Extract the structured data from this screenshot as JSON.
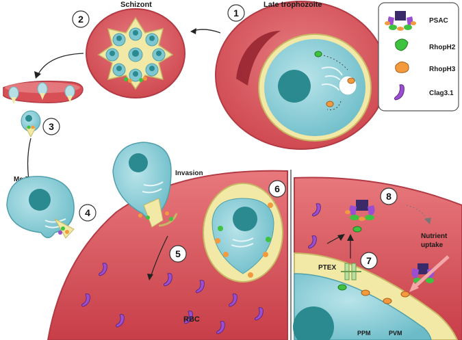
{
  "labels": {
    "schizont": "Schizont",
    "late_trophozoite": "Late trophozoite",
    "merozoite": "Merozoite",
    "invasion": "Invasion",
    "rbc": "RBC",
    "nutrient_uptake_line1": "Nutrient",
    "nutrient_uptake_line2": "uptake",
    "ptex": "PTEX",
    "ppm": "PPM",
    "pvm": "PVM"
  },
  "steps": [
    "1",
    "2",
    "3",
    "4",
    "5",
    "6",
    "7",
    "8"
  ],
  "legend": {
    "items": [
      {
        "label": "PSAC",
        "icon": "psac-icon"
      },
      {
        "label": "RhopH2",
        "icon": "rhoph2-icon"
      },
      {
        "label": "RhopH3",
        "icon": "rhoph3-icon"
      },
      {
        "label": "Clag3.1",
        "icon": "clag31-icon"
      }
    ]
  },
  "colors": {
    "rbc_fill": "#d94f56",
    "rbc_edge": "#b8323c",
    "parasite": "#8fcfd8",
    "nucleus": "#2a8a8f",
    "vacuole": "#efe7a6",
    "rhoph2": "#3fc23f",
    "rhoph3": "#f39a3e",
    "clag31": "#9b4fd0"
  }
}
